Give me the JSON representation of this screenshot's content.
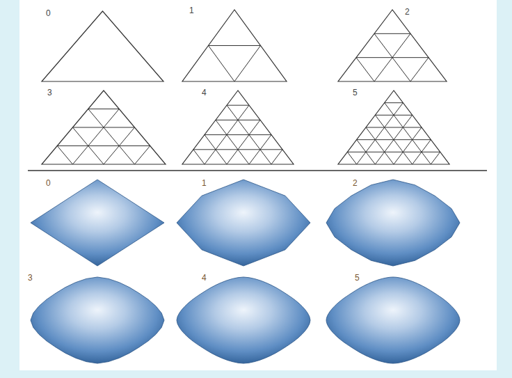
{
  "diagram": {
    "labels": [
      "0",
      "1",
      "2",
      "3",
      "4",
      "5",
      "0",
      "1",
      "2",
      "3",
      "4",
      "5"
    ]
  }
}
